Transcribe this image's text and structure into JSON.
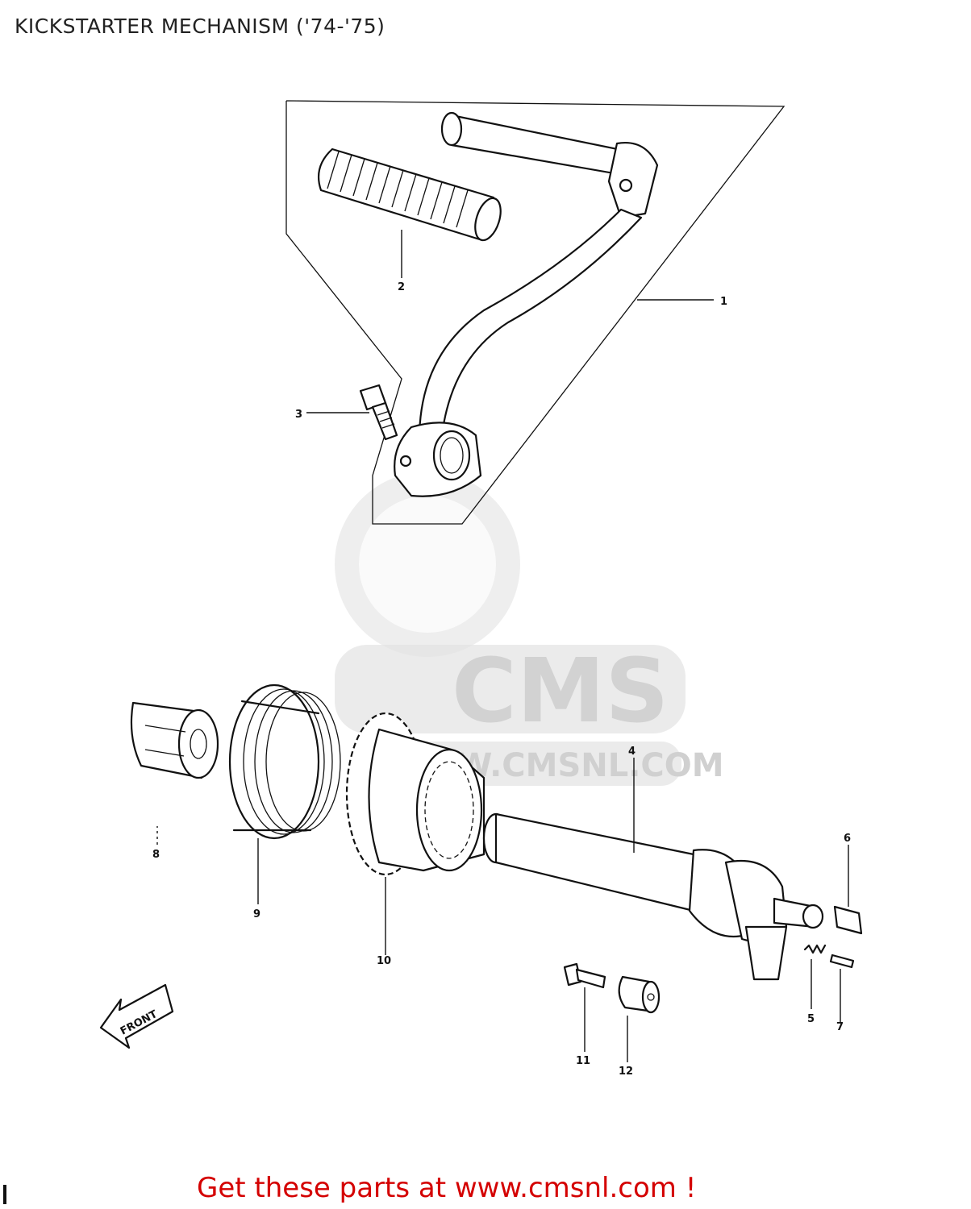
{
  "title": "KICKSTARTER MECHANISM ('74-'75)",
  "callouts": {
    "p1": "1",
    "p2": "2",
    "p3": "3",
    "p4": "4",
    "p5": "5",
    "p6": "6",
    "p7": "7",
    "p8": "8",
    "p9": "9",
    "p10": "10",
    "p11": "11",
    "p12": "12"
  },
  "front_arrow_label": "FRONT",
  "watermark": {
    "logo_text": "CMS",
    "url_text": "WWW.CMSNL.COM"
  },
  "footer": "Get these parts at www.cmsnl.com !"
}
